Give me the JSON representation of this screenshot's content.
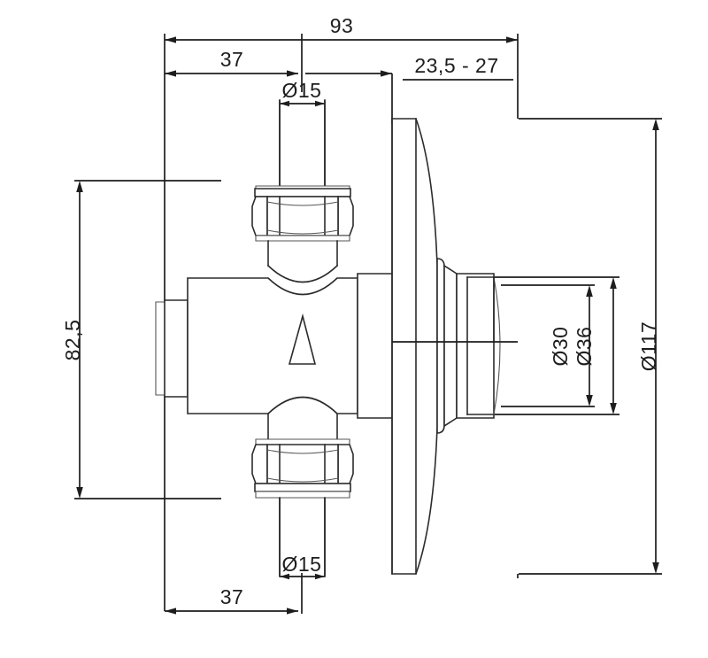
{
  "drawing": {
    "title": "Technical dimension drawing of a concealed shower valve body",
    "units": "mm",
    "background_color": "#ffffff",
    "line_color": "#2b2b2b",
    "dimension_color": "#1d1d1d"
  },
  "dimensions": {
    "overall_length": {
      "label": "93",
      "name": "overall-length-dimension",
      "orientation": "horizontal",
      "position": "top"
    },
    "body_length": {
      "label": "37",
      "name": "body-length-dimension-top",
      "orientation": "horizontal",
      "position": "top"
    },
    "projection_range": {
      "label": "23,5 - 27",
      "name": "projection-range-dimension",
      "orientation": "horizontal",
      "position": "top-right"
    },
    "inlet_diameter_top": {
      "label": "Ø15",
      "name": "inlet-diameter-top",
      "orientation": "horizontal",
      "position": "top-center"
    },
    "inlet_diameter_bottom": {
      "label": "Ø15",
      "name": "inlet-diameter-bottom",
      "orientation": "horizontal",
      "position": "bottom-center"
    },
    "body_length_bottom": {
      "label": "37",
      "name": "body-length-dimension-bottom",
      "orientation": "horizontal",
      "position": "bottom"
    },
    "body_height": {
      "label": "82,5",
      "name": "body-height-dimension",
      "orientation": "vertical",
      "position": "left"
    },
    "bore_diameter": {
      "label": "Ø30",
      "name": "bore-diameter-dimension",
      "orientation": "vertical",
      "position": "right"
    },
    "spigot_diameter": {
      "label": "Ø36",
      "name": "spigot-diameter-dimension",
      "orientation": "vertical",
      "position": "right"
    },
    "flange_diameter": {
      "label": "Ø117",
      "name": "flange-diameter-dimension",
      "orientation": "vertical",
      "position": "far-right"
    }
  },
  "parts": {
    "valve_body": "valve-body",
    "flange_plate": "wall-flange-plate",
    "top_union_nut": "top-union-nut",
    "bottom_union_nut": "bottom-union-nut",
    "top_inlet_pipe": "top-inlet-pipe",
    "bottom_inlet_pipe": "bottom-inlet-pipe",
    "left_spigot": "left-spigot",
    "outlet_spigot": "outlet-spigot",
    "flow_arrow": "flow-direction-arrow"
  }
}
